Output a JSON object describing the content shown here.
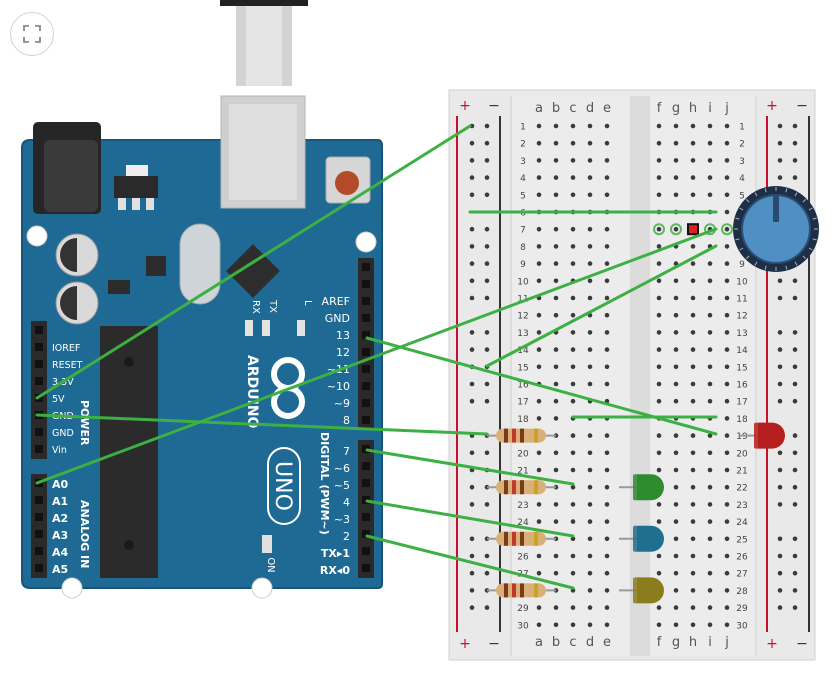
{
  "toolbar": {
    "fit_icon": "fit-view-icon"
  },
  "arduino": {
    "logo_text": "ARDUINO",
    "model": "UNO",
    "section_digital": "DIGITAL (PWM~)",
    "section_power": "POWER",
    "section_analog": "ANALOG IN",
    "on_label": "ON",
    "led_labels": [
      "RX",
      "TX",
      "L"
    ],
    "power_pins": [
      "IOREF",
      "RESET",
      "3.3V",
      "5V",
      "GND",
      "GND",
      "Vin"
    ],
    "analog_pins": [
      "A0",
      "A1",
      "A2",
      "A3",
      "A4",
      "A5"
    ],
    "digital_top": [
      "AREF",
      "GND",
      "13",
      "12",
      "~11",
      "~10",
      "~9",
      "8"
    ],
    "digital_bottom": [
      "7",
      "~6",
      "~5",
      "4",
      "~3",
      "2",
      "TX▸1",
      "RX◂0"
    ]
  },
  "breadboard": {
    "rail_plus": "+",
    "rail_minus": "−",
    "left_cols": [
      "a",
      "b",
      "c",
      "d",
      "e"
    ],
    "right_cols": [
      "f",
      "g",
      "h",
      "i",
      "j"
    ],
    "rows": [
      "1",
      "2",
      "3",
      "4",
      "5",
      "6",
      "7",
      "8",
      "9",
      "10",
      "11",
      "12",
      "13",
      "14",
      "15",
      "16",
      "17",
      "18",
      "19",
      "20",
      "21",
      "22",
      "23",
      "24",
      "25",
      "26",
      "27",
      "28",
      "29",
      "30"
    ]
  },
  "components": {
    "leds": [
      {
        "name": "red-led",
        "color": "#b51e1e",
        "row": 19
      },
      {
        "name": "green-led",
        "color": "#2e8b2e",
        "row": 22
      },
      {
        "name": "blue-led",
        "color": "#1f6f8f",
        "row": 25
      },
      {
        "name": "yellow-led",
        "color": "#8c7d1c",
        "row": 28
      }
    ],
    "resistors": [
      19,
      22,
      25,
      28
    ],
    "potentiometer": "potentiometer",
    "wire_color": "#3cb043"
  },
  "colors": {
    "board": "#1f6a94",
    "board_edge": "#175579",
    "breadboard": "#e9e9e9",
    "rail_red": "#c8102e",
    "rail_dark": "#333333"
  }
}
